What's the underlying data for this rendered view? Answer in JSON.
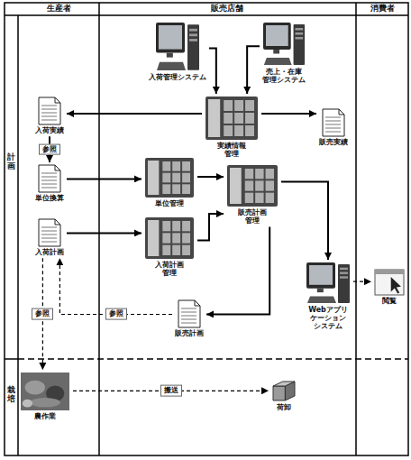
{
  "diagram": {
    "nodes": [
      {
        "text": [
          "入荷管理システム"
        ]
      },
      {
        "text": [
          "売上・在庫 管理システム"
        ]
      },
      {
        "text": [
          "実績情報 管理"
        ]
      },
      {
        "text": [
          "入荷実績"
        ]
      },
      {
        "text": [
          "販売実績"
        ]
      },
      {
        "text": [
          "単位換算"
        ]
      },
      {
        "text": [
          "単位管理"
        ]
      },
      {
        "text": [
          "販売計画 管理"
        ]
      },
      {
        "text": [
          "入荷計画"
        ]
      },
      {
        "text": [
          "入荷計画 管理"
        ]
      },
      {
        "text": [
          "Webアプリ ケーション システム"
        ]
      },
      {
        "text": [
          "閲覧"
        ]
      },
      {
        "text": [
          "販売計画"
        ]
      },
      {
        "text": [
          "農作業"
        ]
      },
      {
        "text": [
          "荷卸"
        ]
      }
    ],
    "edges": [
      {
        "from": 0,
        "to": 2,
        "arrow": "to"
      },
      {
        "from": 1,
        "to": 2,
        "arrow": "to"
      },
      {
        "from": 2,
        "to": 3,
        "arrow": "to"
      },
      {
        "from": 2,
        "to": 4,
        "arrow": "to"
      },
      {
        "from": 3,
        "to": 5,
        "label": "参照",
        "arrow": "to"
      },
      {
        "from": 5,
        "to": 6,
        "arrow": "to"
      },
      {
        "from": 8,
        "to": 9,
        "arrow": "to"
      },
      {
        "from": 6,
        "to": 7,
        "arrow": "to"
      },
      {
        "from": 9,
        "to": 7,
        "arrow": "to"
      },
      {
        "from": 7,
        "to": 10,
        "arrow": "to"
      },
      {
        "from": 10,
        "to": 11,
        "arrow": "to"
      },
      {
        "from": 7,
        "to": 12,
        "arrow": "to"
      },
      {
        "from": 12,
        "to": 8,
        "label": "参照",
        "arrow": "to"
      },
      {
        "from": 8,
        "to": 13,
        "label": "参照",
        "arrow": "to"
      },
      {
        "from": 13,
        "to": 14,
        "label": "搬送",
        "arrow": "to"
      }
    ],
    "labels": [
      "生産者",
      "販売店舗",
      "消費者",
      "計画",
      "栽培"
    ]
  }
}
